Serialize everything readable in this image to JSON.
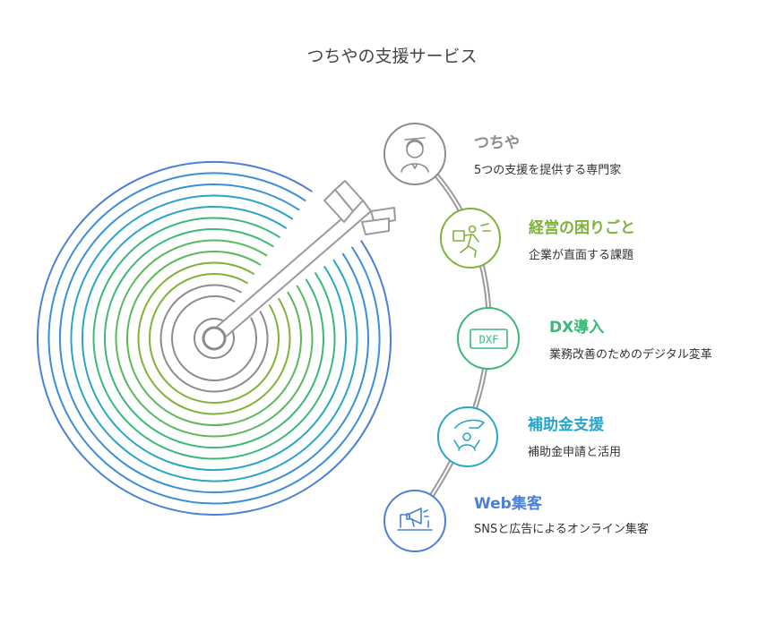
{
  "title": "つちやの支援サービス",
  "items": [
    {
      "title": "つちや",
      "desc": "5つの支援を提供する専門家",
      "icon": "person-icon",
      "color": "#8c8c8c"
    },
    {
      "title": "経営の困りごと",
      "desc": "企業が直面する課題",
      "icon": "running-with-box-icon",
      "color": "#7fb33a"
    },
    {
      "title": "DX導入",
      "desc": "業務改善のためのデジタル変革",
      "icon": "dxf-file-icon",
      "color": "#3cb878",
      "icon_text": "DXF"
    },
    {
      "title": "補助金支援",
      "desc": "補助金申請と活用",
      "icon": "hand-support-person-icon",
      "color": "#2aa5c8"
    },
    {
      "title": "Web集客",
      "desc": "SNSと広告によるオンライン集客",
      "icon": "megaphone-laptop-icon",
      "color": "#4a80d8"
    }
  ],
  "target_ring_colors": [
    "#8c8c8c",
    "#7fb33a",
    "#5cb85c",
    "#3cb878",
    "#2aa5c8",
    "#3a8fd8",
    "#4a80d8"
  ]
}
